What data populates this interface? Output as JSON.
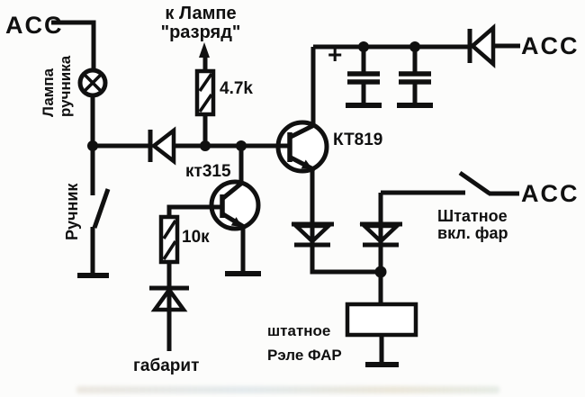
{
  "colors": {
    "ink": "#101010",
    "bg": "#fcfcfb"
  },
  "labels": {
    "acc_top_left": "ACC",
    "acc_top_right": "ACC",
    "acc_mid_right": "ACC",
    "to_lamp_line1": "к Лампе",
    "to_lamp_line2": "\"разряд\"",
    "resistor_discharge": "4.7k",
    "resistor_base": "10к",
    "transistor_small": "кт315",
    "transistor_power": "КТ819",
    "handbrake_lamp_line1": "Лампа",
    "handbrake_lamp_line2": "ручника",
    "handbrake_switch": "Ручник",
    "sidelight": "габарит",
    "plus_sign": "+",
    "stock_switch_line1": "Штатное",
    "stock_switch_line2": "вкл. фар",
    "stock_relay_line1": "штатное",
    "stock_relay_line2": "Рэле ФАР"
  },
  "icons": {
    "lamp": "circle-with-cross",
    "diode": "triangle-with-bar",
    "npn_transistor": "circle-base-collector-emitter",
    "capacitor": "parallel-plates",
    "relay_coil": "rectangle-box",
    "ground": "t-bar",
    "switch": "open-blade",
    "junction": "filled-dot",
    "arrow": "filled-up-arrow"
  }
}
